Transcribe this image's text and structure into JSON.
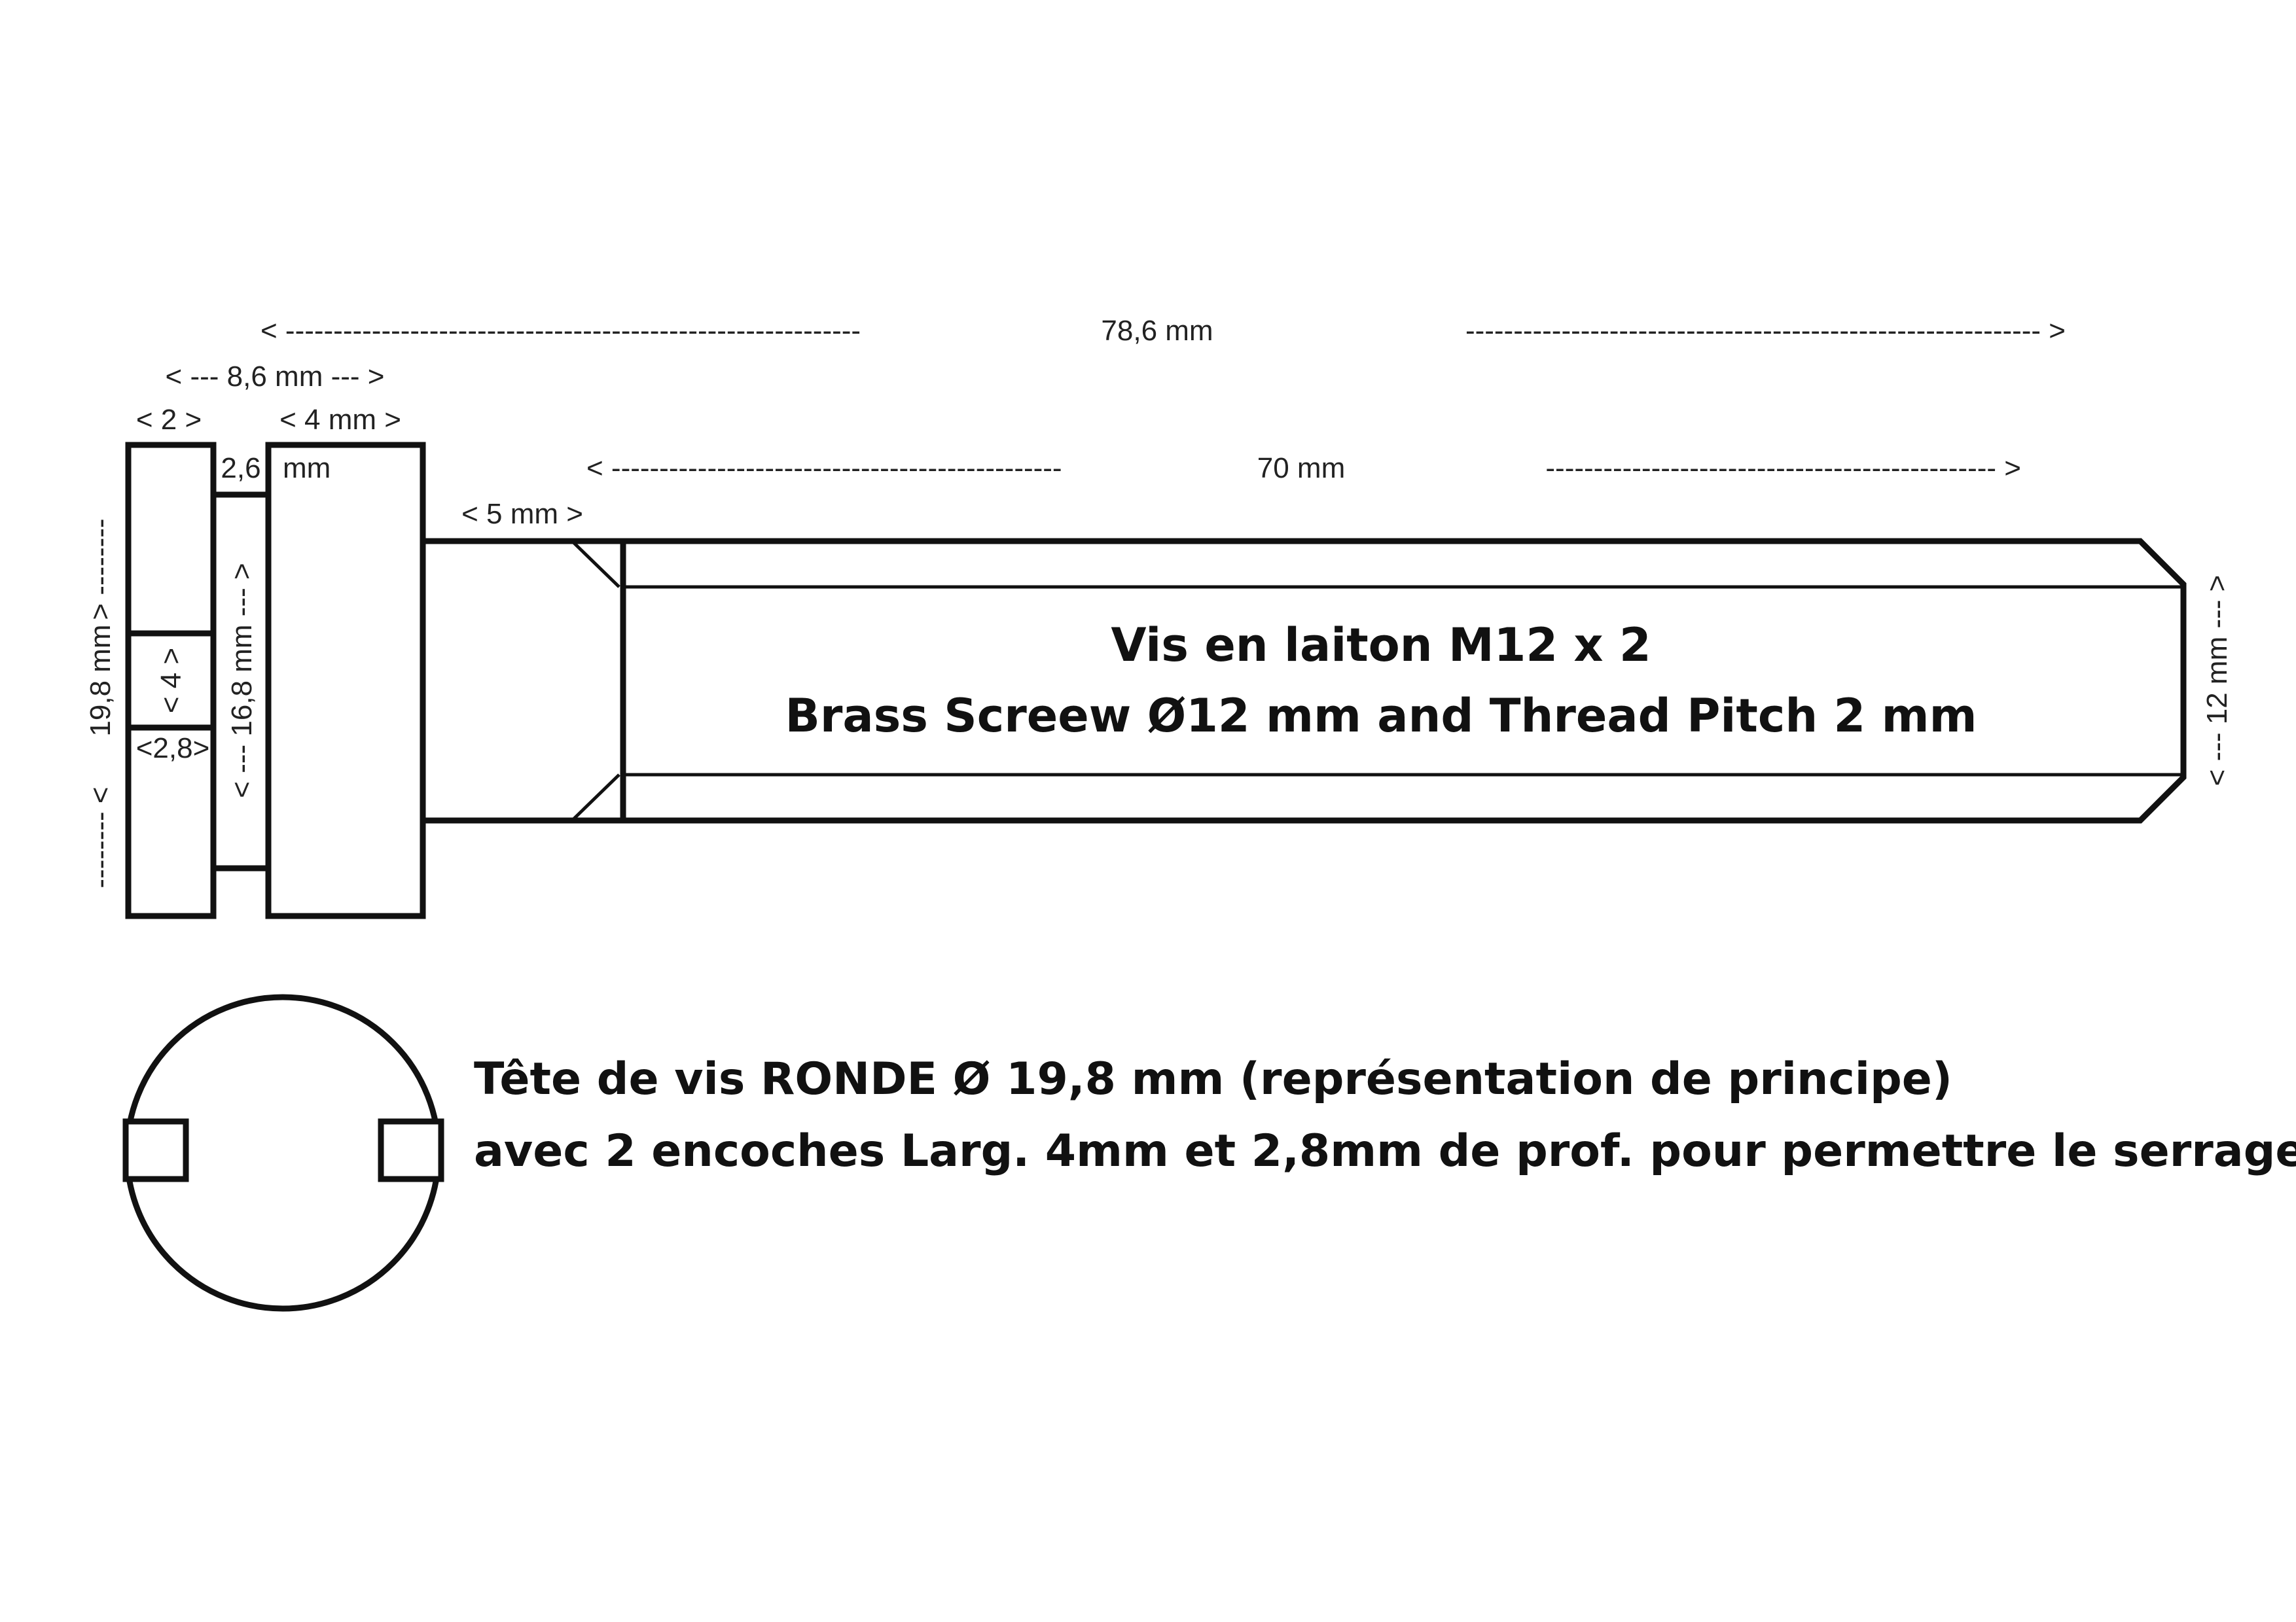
{
  "dimensions": {
    "overall_length": "78,6 mm",
    "overall_left_arrow": "< ------------------------------------------------------------",
    "overall_right_arrow": "------------------------------------------------------------ >",
    "head_assembly_width": "< --- 8,6 mm --- >",
    "first_flange": "< 2 >",
    "groove_width": "2,6",
    "groove_unit": "mm",
    "second_flange": "< 4 mm >",
    "threaded_length": "70 mm",
    "thread_left_arrow": "< -----------------------------------------------",
    "thread_right_arrow": "----------------------------------------------- >",
    "neck_length": "< 5 mm >",
    "head_diameter_top": "> --------",
    "head_diameter_label": "19,8 mm",
    "head_diameter_bottom": "-------- <",
    "notch_width": "< 4 >",
    "notch_depth": "<2,8>",
    "groove_diameter": "< --- 16,8 mm --- >",
    "shank_diameter": "< --- 12 mm --- >"
  },
  "title": {
    "line1": "Vis en laiton M12 x 2",
    "line2": "Brass Screew Ø12 mm and Thread Pitch 2 mm"
  },
  "note": {
    "line1": "Tête de vis RONDE Ø 19,8 mm (représentation de principe)",
    "line2": "avec 2 encoches Larg. 4mm et 2,8mm de prof. pour permettre le serrage"
  },
  "colors": {
    "ink": "#111111",
    "background": "#ffffff"
  }
}
